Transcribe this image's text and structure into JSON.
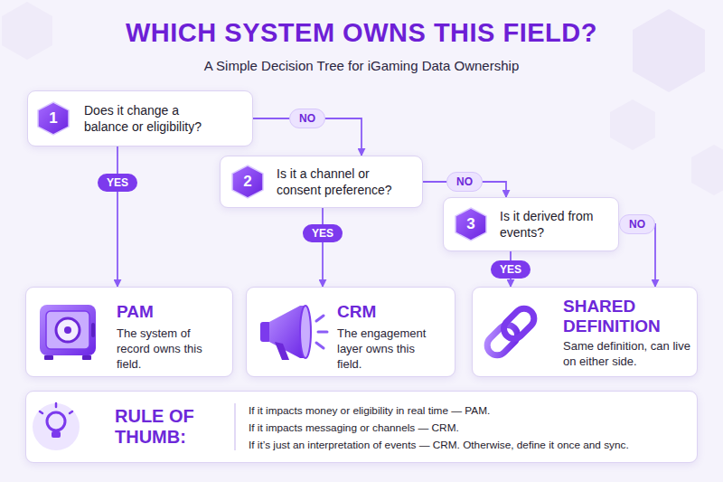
{
  "diagram": {
    "title": "WHICH SYSTEM OWNS THIS FIELD?",
    "nodes": [
      {
        "text": [
          "Does it change a balance or eligibility?"
        ]
      },
      {
        "text": [
          "1"
        ],
        "in": 0
      },
      {
        "text": [
          "Is it a channel or consent preference?"
        ]
      },
      {
        "text": [
          "2"
        ],
        "in": 2
      },
      {
        "text": [
          "Is it derived from events?"
        ]
      },
      {
        "text": [
          "3"
        ],
        "in": 4
      },
      {
        "text": [
          "PAM",
          "The system of record owns this field."
        ]
      },
      {
        "text": [
          "CRM",
          "The engagement layer owns this field."
        ]
      },
      {
        "text": [
          "SHARED DEFINITION",
          "Same definition, can live on either side."
        ]
      },
      {
        "text": [
          "RULE OF THUMB:",
          "If it impacts money or eligibility in real time — PAM.",
          "If it impacts messaging or channels — CRM.",
          "If it’s just an interpretation of events — CRM. Otherwise, define it once and sync."
        ]
      }
    ],
    "edges": [
      {
        "from": 0,
        "to": 6,
        "label": "YES",
        "arrow": "to"
      },
      {
        "from": 0,
        "to": 2,
        "label": "NO",
        "arrow": "to"
      },
      {
        "from": 2,
        "to": 7,
        "label": "YES",
        "arrow": "to"
      },
      {
        "from": 2,
        "to": 4,
        "label": "NO",
        "arrow": "to"
      },
      {
        "from": 4,
        "to": 8,
        "label": "YES",
        "arrow": "to"
      },
      {
        "from": 4,
        "to": 8,
        "label": "NO",
        "arrow": "to"
      }
    ],
    "labels": [
      "A Simple Decision Tree for iGaming Data Ownership"
    ]
  }
}
